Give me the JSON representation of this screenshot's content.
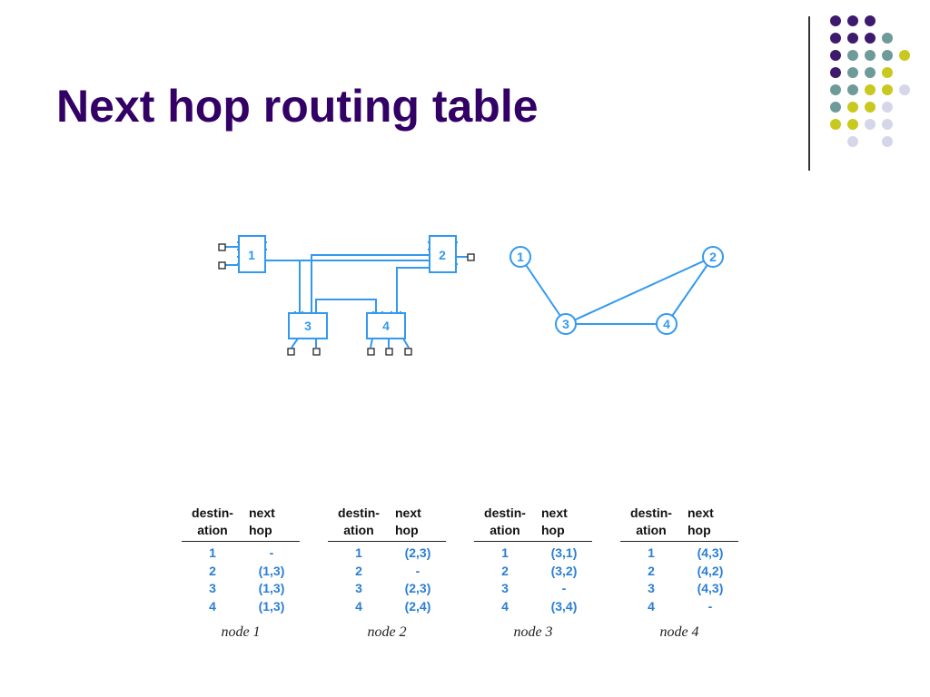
{
  "slide": {
    "title": "Next hop routing table"
  },
  "colors": {
    "title": "#330066",
    "dot_purple": "#3d1a6e",
    "dot_teal": "#6f9a9a",
    "dot_yellow": "#c8c81e",
    "dot_lavender": "#d6d6ea",
    "diagram_blue": "#3399ee"
  },
  "network": {
    "nodes": [
      "1",
      "2",
      "3",
      "4"
    ]
  },
  "graph": {
    "nodes": [
      "1",
      "2",
      "3",
      "4"
    ]
  },
  "tables": [
    {
      "header_col1": [
        "destin-",
        "ation"
      ],
      "header_col2": [
        "next",
        "hop"
      ],
      "rows": [
        {
          "dest": "1",
          "hop": "-"
        },
        {
          "dest": "2",
          "hop": "(1,3)"
        },
        {
          "dest": "3",
          "hop": "(1,3)"
        },
        {
          "dest": "4",
          "hop": "(1,3)"
        }
      ],
      "caption": "node 1"
    },
    {
      "header_col1": [
        "destin-",
        "ation"
      ],
      "header_col2": [
        "next",
        "hop"
      ],
      "rows": [
        {
          "dest": "1",
          "hop": "(2,3)"
        },
        {
          "dest": "2",
          "hop": "-"
        },
        {
          "dest": "3",
          "hop": "(2,3)"
        },
        {
          "dest": "4",
          "hop": "(2,4)"
        }
      ],
      "caption": "node 2"
    },
    {
      "header_col1": [
        "destin-",
        "ation"
      ],
      "header_col2": [
        "next",
        "hop"
      ],
      "rows": [
        {
          "dest": "1",
          "hop": "(3,1)"
        },
        {
          "dest": "2",
          "hop": "(3,2)"
        },
        {
          "dest": "3",
          "hop": "-"
        },
        {
          "dest": "4",
          "hop": "(3,4)"
        }
      ],
      "caption": "node 3"
    },
    {
      "header_col1": [
        "destin-",
        "ation"
      ],
      "header_col2": [
        "next",
        "hop"
      ],
      "rows": [
        {
          "dest": "1",
          "hop": "(4,3)"
        },
        {
          "dest": "2",
          "hop": "(4,2)"
        },
        {
          "dest": "3",
          "hop": "(4,3)"
        },
        {
          "dest": "4",
          "hop": "-"
        }
      ],
      "caption": "node 4"
    }
  ]
}
